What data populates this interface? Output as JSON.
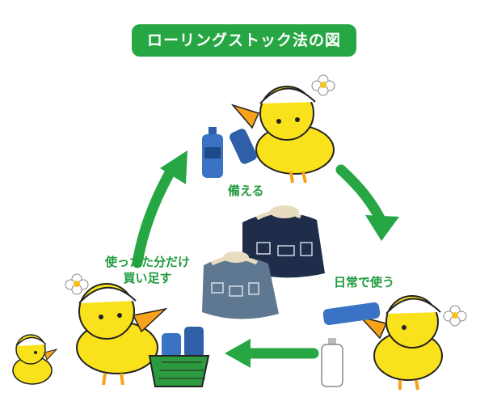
{
  "title": "ローリングストック法の図",
  "steps": {
    "prepare": "備える",
    "daily_use": "日常で使う",
    "replenish_line1": "使ったた分だけ",
    "replenish_line2": "買い足す"
  },
  "colors": {
    "accent_green": "#27a744",
    "chick_yellow": "#f9e21b",
    "beak_orange": "#f7a21b",
    "bottle_blue": "#2f5fa8",
    "bag_navy": "#1f2c4a",
    "bag_blue_gray": "#5f7891"
  }
}
